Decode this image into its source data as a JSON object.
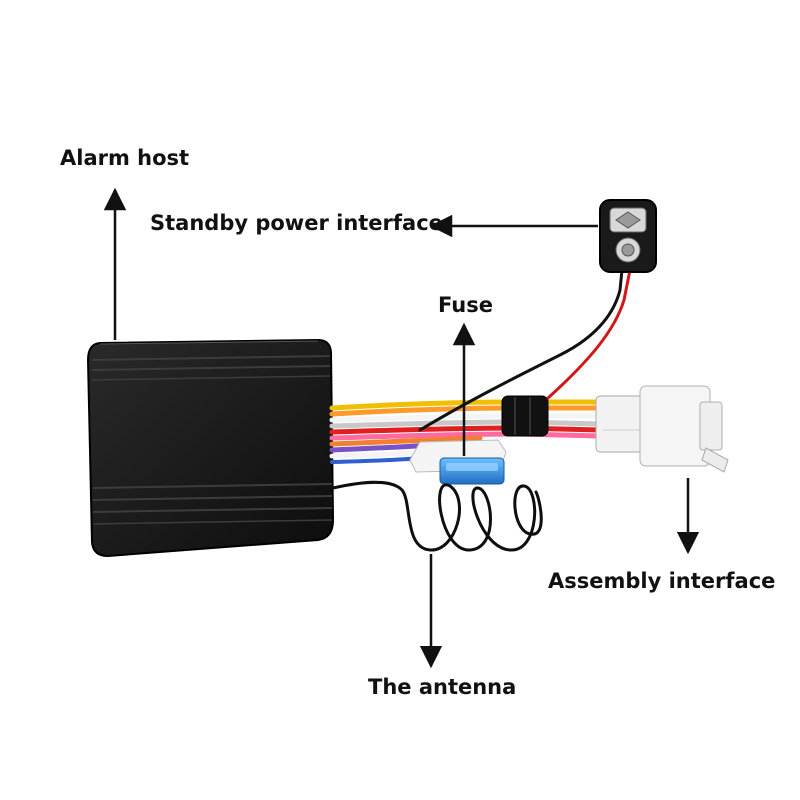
{
  "labels": {
    "alarm_host": "Alarm host",
    "standby_power_interface": "Standby power interface",
    "fuse": "Fuse",
    "assembly_interface": "Assembly interface",
    "the_antenna": "The antenna"
  },
  "colors": {
    "background": "#ffffff",
    "text": "#111111",
    "arrow": "#111111",
    "host_body": "#1a1a1a",
    "fuse_blue": "#2f8fe0",
    "connector_white": "#f2f2f2"
  },
  "wire_colors": [
    "#f0c000",
    "#ff9a2a",
    "#f4f4f4",
    "#e02020",
    "#c8c8c8",
    "#ff6aa0",
    "#7a52c8",
    "#f08030",
    "#3060d0"
  ]
}
